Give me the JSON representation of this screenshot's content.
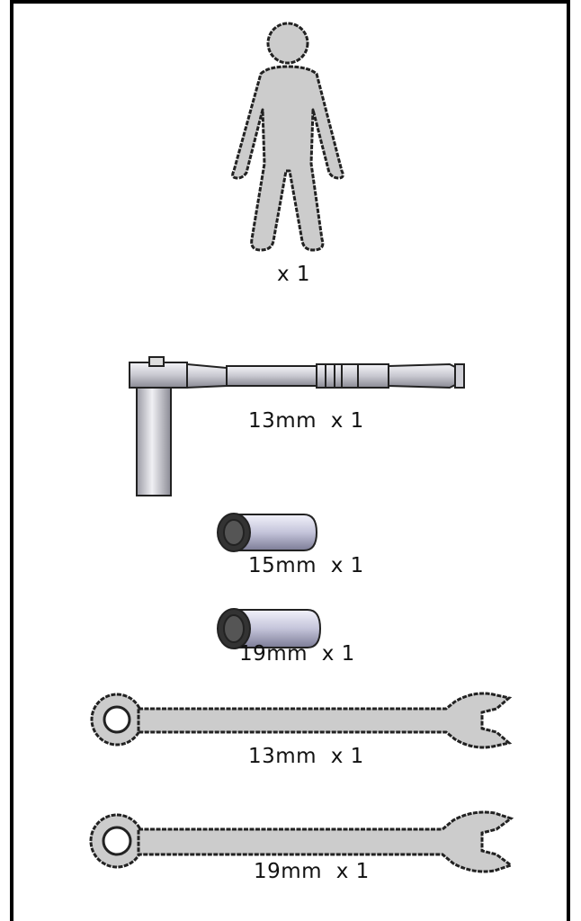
{
  "items": [
    {
      "name": "person",
      "icon": "person-icon",
      "label": "x 1"
    },
    {
      "name": "ratchet-wrench",
      "icon": "ratchet-wrench-icon",
      "label": "13mm  x 1"
    },
    {
      "name": "socket-15mm",
      "icon": "socket-icon",
      "label": "15mm  x 1"
    },
    {
      "name": "socket-19mm",
      "icon": "socket-icon",
      "label": "19mm  x 1"
    },
    {
      "name": "combination-wrench-13mm",
      "icon": "combination-wrench-icon",
      "label": "13mm  x 1"
    },
    {
      "name": "combination-wrench-19mm",
      "icon": "combination-wrench-icon",
      "label": "19mm  x 1"
    }
  ]
}
